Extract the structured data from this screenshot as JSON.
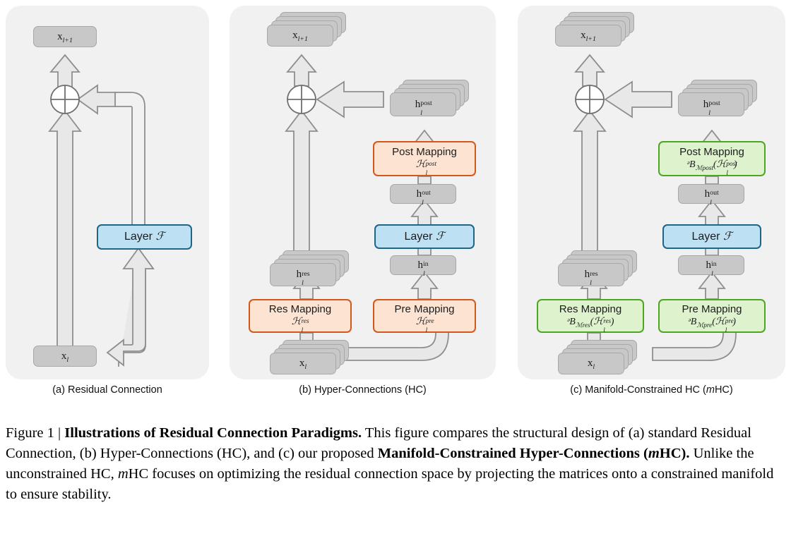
{
  "figure": {
    "number": "Figure 1",
    "separator": "|",
    "title": "Illustrations of Residual Connection Paradigms.",
    "body_1": " This figure compares the structural design of (a) standard Residual Connection, (b) Hyper-Connections (HC), and (c) our proposed ",
    "title_2": "Manifold-Constrained Hyper-Connections (",
    "title_2_italic": "m",
    "title_2_end": "HC).",
    "body_2": " Unlike the unconstrained HC, ",
    "body_2_italic": "m",
    "body_3": "HC focuses on optimizing the residual connection space by projecting the matrices onto a constrained manifold to ensure stability."
  },
  "panels": [
    {
      "id": "a",
      "caption": "(a) Residual Connection",
      "caption_prefix": "(a) Residual Connection",
      "nodes": {
        "x_next": "x",
        "x_next_sub": "l+1",
        "x_in": "x",
        "x_in_sub": "l",
        "layer": "Layer",
        "layer_symbol": "ℱ",
        "sum_symbol": "⊕"
      }
    },
    {
      "id": "b",
      "caption": "(b) Hyper-Connections (HC)",
      "nodes": {
        "x_next": "x",
        "x_next_sub": "l+1",
        "x_in": "x",
        "x_in_sub": "l",
        "h_post": "h",
        "h_post_sup": "post",
        "h_post_sub": "l",
        "h_out": "h",
        "h_out_sup": "out",
        "h_out_sub": "l",
        "h_in": "h",
        "h_in_sup": "in",
        "h_in_sub": "l",
        "h_res": "h",
        "h_res_sup": "res",
        "h_res_sub": "l",
        "layer": "Layer",
        "layer_symbol": "ℱ",
        "sum_symbol": "⊕",
        "post_mapping_title": "Post Mapping",
        "post_mapping_formula": "ℋ",
        "post_mapping_sup": "post",
        "post_mapping_sub": "l",
        "res_mapping_title": "Res Mapping",
        "res_mapping_formula": "ℋ",
        "res_mapping_sup": "res",
        "res_mapping_sub": "l",
        "pre_mapping_title": "Pre Mapping",
        "pre_mapping_formula": "ℋ",
        "pre_mapping_sup": "pre",
        "pre_mapping_sub": "l"
      }
    },
    {
      "id": "c",
      "caption_a": "(c) Manifold-Constrained HC (",
      "caption_italic": "m",
      "caption_b": "HC)",
      "nodes": {
        "x_next": "x",
        "x_next_sub": "l+1",
        "x_in": "x",
        "x_in_sub": "l",
        "h_post": "h",
        "h_post_sup": "post",
        "h_post_sub": "l",
        "h_out": "h",
        "h_out_sup": "out",
        "h_out_sub": "l",
        "h_in": "h",
        "h_in_sup": "in",
        "h_in_sub": "l",
        "h_res": "h",
        "h_res_sup": "res",
        "h_res_sub": "l",
        "layer": "Layer",
        "layer_symbol": "ℱ",
        "sum_symbol": "⊕",
        "post_mapping_title": "Post Mapping",
        "post_mapping_proj": "ᵊB",
        "post_mapping_manifold": "ℳ",
        "post_mapping_manifold_sup": "post",
        "post_mapping_arg": "ℋ",
        "post_mapping_arg_sup": "post",
        "post_mapping_arg_sub": "l",
        "res_mapping_title": "Res Mapping",
        "res_mapping_proj": "ᵊB",
        "res_mapping_manifold": "ℳ",
        "res_mapping_manifold_sup": "res",
        "res_mapping_arg": "ℋ",
        "res_mapping_arg_sup": "res",
        "res_mapping_arg_sub": "l",
        "pre_mapping_title": "Pre Mapping",
        "pre_mapping_proj": "ᵊB",
        "pre_mapping_manifold": "ℳ",
        "pre_mapping_manifold_sup": "pre",
        "pre_mapping_arg": "ℋ",
        "pre_mapping_arg_sup": "pre",
        "pre_mapping_arg_sub": "l"
      }
    }
  ],
  "colors": {
    "panel_bg": "#f1f1f1",
    "node_gray_fill": "#c8c8c8",
    "node_gray_border": "#a8a8a8",
    "layer_blue_fill": "#bde0f3",
    "layer_blue_border": "#1f6585",
    "mapping_orange_fill": "#fde3d2",
    "mapping_orange_border": "#d4571b",
    "mapping_green_fill": "#ddf2cd",
    "mapping_green_border": "#4da522",
    "arrow_fill": "#e8e8e8",
    "arrow_stroke": "#8e8e8e"
  }
}
